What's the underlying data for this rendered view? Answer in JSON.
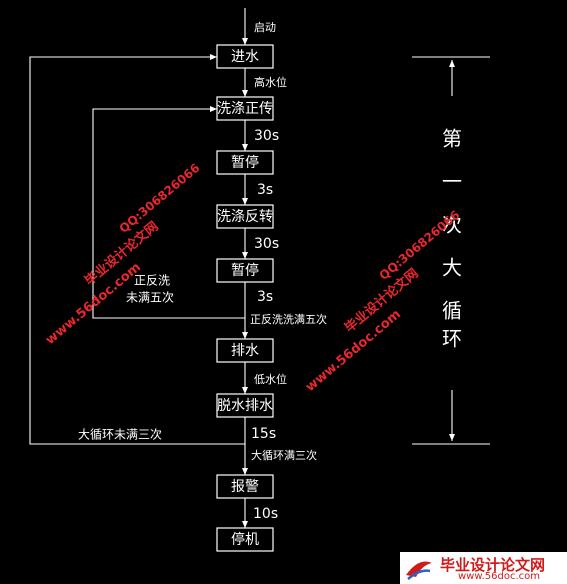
{
  "steps": [
    "进水",
    "洗涤正传",
    "暂停",
    "洗涤反转",
    "暂停",
    "排水",
    "脱水排水",
    "报警",
    "停机"
  ],
  "edge_labels": {
    "start": "启动",
    "high_level": "高水位",
    "t1": "30s",
    "t2": "3s",
    "t3": "30s",
    "t4": "3s",
    "wash_done": "正反洗洗满五次",
    "low_level": "低水位",
    "t5": "15s",
    "cycle_done": "大循环满三次",
    "t6": "10s"
  },
  "inner_loop": [
    "正反洗",
    "未满五次"
  ],
  "outer_loop": "大循环未满三次",
  "first_cycle": [
    "第",
    "一",
    "次",
    "大",
    "循",
    "环"
  ],
  "watermarks": {
    "site": "www.56doc.com",
    "qq": "QQ:306826066",
    "name": "毕业设计论文网"
  },
  "footer": {
    "title": "毕业设计论文网",
    "url": "www.56doc.com"
  }
}
